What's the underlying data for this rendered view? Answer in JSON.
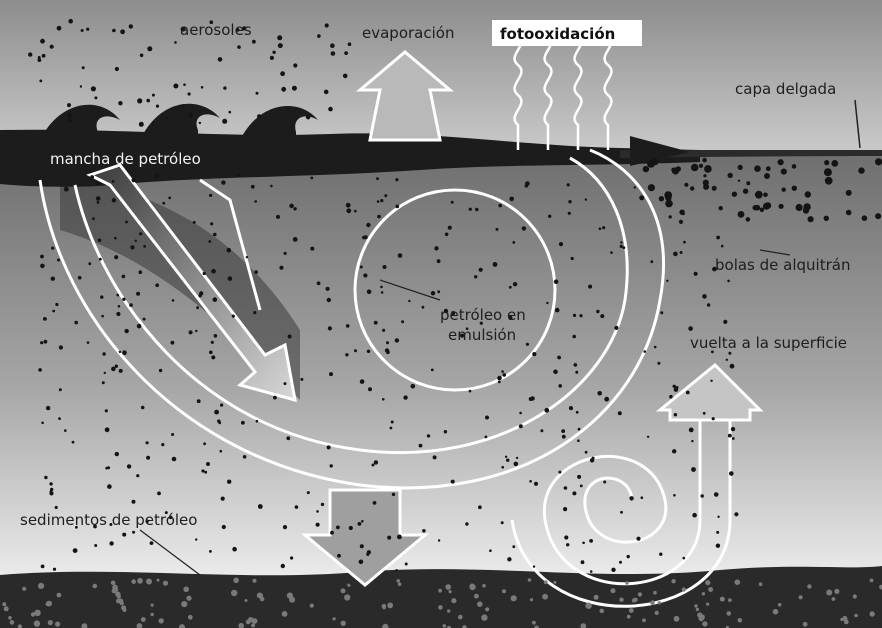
{
  "diagram": {
    "labels": {
      "aerosols": "aerosoles",
      "evaporation": "evaporación",
      "photooxidation": "fotooxidación",
      "thin_layer": "capa delgada",
      "oil_slick": "mancha de petróleo",
      "tar_balls": "bolas de alquitrán",
      "emulsion_line1": "petróleo en",
      "emulsion_line2": "emulsión",
      "resurface": "vuelta a la superficie",
      "sediments": "sedimentos de petróleo"
    },
    "colors": {
      "slick": "#1c1c1c",
      "sea_bottom": "#2a2a2a",
      "arrow_outline": "#ffffff",
      "particle": "#141414"
    }
  }
}
